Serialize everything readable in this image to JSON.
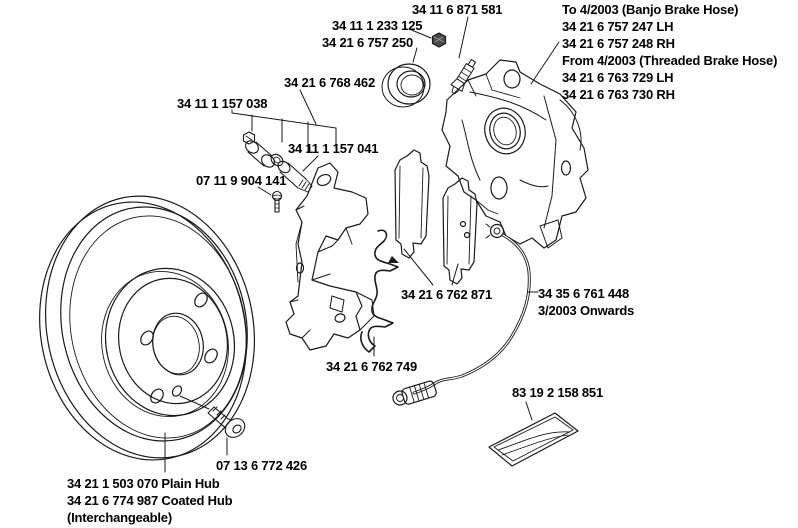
{
  "figure": {
    "background": "#ffffff",
    "line_color": "#1a1a1a",
    "labels": {
      "bleeder_screw": "34 11 6 871 581",
      "dust_cap": "34 11 1 233 125",
      "piston_boot": "34 21 6 757 250",
      "caliper_block": [
        "To 4/2003 (Banjo Brake Hose)",
        "34 21 6 757 247 LH",
        "34 21 6 757 248 RH",
        "From 4/2003 (Threaded Brake Hose)",
        "34 21 6 763 729 LH",
        "34 21 6 763 730 RH"
      ],
      "guide_kit": "34 21 6 768 462",
      "guide_bush": "34 11 1 157 038",
      "guide_pin": "34 11 1 157 041",
      "carrier_screw": "07 11 9 904 141",
      "brake_pads": "34 21 6 762 871",
      "wear_sensor": [
        "34 35 6 761 448",
        "3/2003 Onwards"
      ],
      "pad_spring": "34 21 6 762 749",
      "grease_sachet": "83 19 2 158 851",
      "disc_set_screw": "07 13 6 772 426",
      "brake_disc": [
        "34 21 1 503 070 Plain Hub",
        "34 21 6 774 987 Coated Hub",
        "(Interchangeable)"
      ]
    }
  }
}
